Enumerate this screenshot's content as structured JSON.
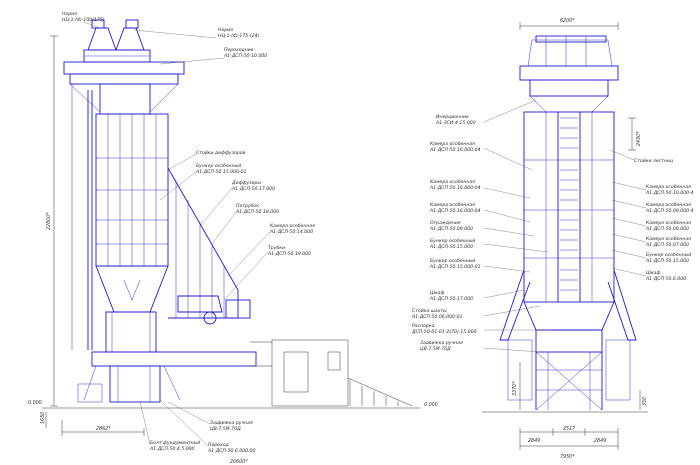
{
  "left_view": {
    "callouts": [
      {
        "lines": [
          "Нория",
          "НЦ-1-(4)-100(175)"
        ],
        "name": "callout-noria-left"
      },
      {
        "lines": [
          "Нория",
          "НЦ-1-(4)-175-(24)"
        ],
        "name": "callout-noria-top"
      },
      {
        "lines": [
          "Переходник",
          "А1-ДСП-50-10.000"
        ],
        "name": "callout-adapter"
      },
      {
        "lines": [
          "Стойки диффузоров"
        ],
        "name": "callout-diffuser-posts"
      },
      {
        "lines": [
          "Бункер особенный",
          "А1-ДСП-50.15.000-01"
        ],
        "name": "callout-hopper"
      },
      {
        "lines": [
          "Диффузоры",
          "А1-ДСП-50.17.000"
        ],
        "name": "callout-diffusers"
      },
      {
        "lines": [
          "Патрубок",
          "А1-ДСП-50.18.000"
        ],
        "name": "callout-branch-pipe"
      },
      {
        "lines": [
          "Камера особенная",
          "А1-ДСП-50.14.000"
        ],
        "name": "callout-chamber"
      },
      {
        "lines": [
          "Трубки",
          "А1-ДСП-50.19.000"
        ],
        "name": "callout-tubes"
      },
      {
        "lines": [
          "Задвижка ручная",
          "ЦВ-7.5М-70Д"
        ],
        "name": "callout-manual-gate"
      },
      {
        "lines": [
          "Болт фундаментный",
          "А1-ДСП-50.4.5.000"
        ],
        "name": "callout-anchor-bolt"
      },
      {
        "lines": [
          "Переход",
          "А1-ДСП-50.6.000.00"
        ],
        "name": "callout-transition"
      }
    ],
    "dimensions": {
      "height": "22800*",
      "foot": "2862*",
      "width": "20600*",
      "level_zero": "0.000",
      "level_minus": "0.000",
      "base_dim": "1650"
    }
  },
  "right_view": {
    "callouts": [
      {
        "lines": [
          "Инерционник",
          "А1-ЗСИ-4-15.000"
        ],
        "name": "callout-inertial"
      },
      {
        "lines": [
          "Камера особенная",
          "А1-ДСП-50.16.000-04"
        ],
        "name": "callout-chamber-1"
      },
      {
        "lines": [
          "Камера особенная",
          "А1-ДСП-50.16.000-04"
        ],
        "name": "callout-chamber-2"
      },
      {
        "lines": [
          "Камера особенная",
          "А1-ДСП-50.16.000-04"
        ],
        "name": "callout-chamber-3"
      },
      {
        "lines": [
          "Ограждение",
          "А1-ДСП-50.09.000"
        ],
        "name": "callout-guard"
      },
      {
        "lines": [
          "Бункер особенный",
          "А1-ДСП-50.15.000"
        ],
        "name": "callout-hopper-1"
      },
      {
        "lines": [
          "Бункер особенный",
          "А1-ДСП-50.15.000-01"
        ],
        "name": "callout-hopper-2"
      },
      {
        "lines": [
          "Шкаф",
          "А1-ДСП-50.17.000"
        ],
        "name": "callout-cabinet"
      },
      {
        "lines": [
          "Стойка шахты",
          "А1-ДСП-50.06.000-01"
        ],
        "name": "callout-shaft-post"
      },
      {
        "lines": [
          "Распорка",
          "ДСП-50-01-01-2(70)-15.000"
        ],
        "name": "callout-strut"
      },
      {
        "lines": [
          "Задвижка ручная",
          "ЦВ-7.5М-70Д"
        ],
        "name": "callout-manual-gate-r"
      },
      {
        "lines": [
          "Стойки лестниц"
        ],
        "name": "callout-ladder-posts"
      },
      {
        "lines": [
          "Камера особенная",
          "А1-ДСП-50.10.000-4"
        ],
        "name": "callout-chamber-r1"
      },
      {
        "lines": [
          "Камера особенная",
          "А1-ДСП-50.09.000-4"
        ],
        "name": "callout-chamber-r2"
      },
      {
        "lines": [
          "Камера особенная",
          "А1-ДСП-50.08.000"
        ],
        "name": "callout-chamber-r3"
      },
      {
        "lines": [
          "Камера особенная",
          "А1-ДСП-50.07.000"
        ],
        "name": "callout-chamber-r4"
      },
      {
        "lines": [
          "Бункер особенный",
          "А1-ДСП-50.15.000"
        ],
        "name": "callout-hopper-r"
      },
      {
        "lines": [
          "Шкаф",
          "А1-ДСП-50.6.000"
        ],
        "name": "callout-cabinet-r"
      }
    ],
    "dimensions": {
      "top_width": "6200*",
      "top_height": "2430*",
      "base_width": "7950*",
      "span_1": "2849",
      "span_2": "2517",
      "span_3": "2849",
      "side_height": "3370*",
      "side_small": "350"
    }
  }
}
